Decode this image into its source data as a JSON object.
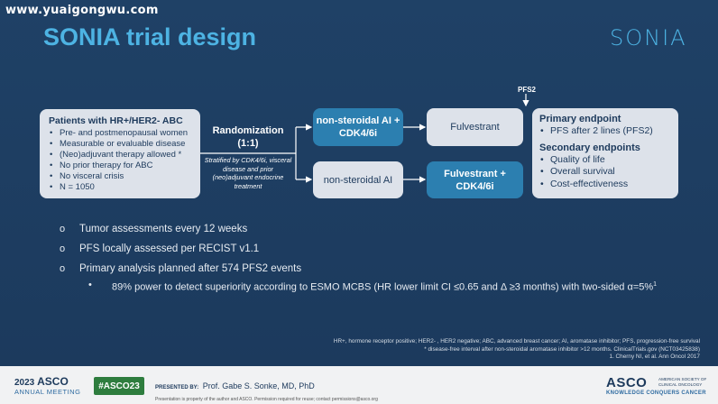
{
  "watermark": "www.yuaigongwu.com",
  "title": "SONIA trial design",
  "logo": "SONIA",
  "patients": {
    "title": "Patients with HR+/HER2- ABC",
    "items": [
      "Pre- and postmenopausal women",
      "Measurable or evaluable disease",
      "(Neo)adjuvant therapy allowed *",
      "No prior therapy for ABC",
      "No visceral crisis",
      "N = 1050"
    ]
  },
  "randomization": {
    "label": "Randomization",
    "ratio": "(1:1)",
    "stratified": "Stratified by CDK4/6i, visceral disease and prior (neo)adjuvant endocrine treatment"
  },
  "arm1": {
    "first": "non-steroidal AI + CDK4/6i",
    "second": "Fulvestrant"
  },
  "arm2": {
    "first": "non-steroidal AI",
    "second": "Fulvestrant + CDK4/6i"
  },
  "pfs2_label": "PFS2",
  "endpoints": {
    "primary_title": "Primary endpoint",
    "primary": [
      "PFS after 2 lines (PFS2)"
    ],
    "secondary_title": "Secondary endpoints",
    "secondary": [
      "Quality of life",
      "Overall survival",
      "Cost-effectiveness"
    ]
  },
  "bullets": {
    "marker": "o",
    "items": [
      "Tumor assessments every 12 weeks",
      "PFS locally assessed per RECIST v1.1",
      "Primary analysis planned after 574 PFS2 events"
    ],
    "sub_marker": "•",
    "sub": "89% power to detect superiority according to ESMO MCBS (HR lower limit CI ≤0.65 and Δ ≥3 months) with two-sided α=5%",
    "sub_sup": "1"
  },
  "footnotes": [
    "HR+, hormone receptor positive; HER2- , HER2 negative; ABC, advanced breast cancer; AI, aromatase inhibitor; PFS, progression-free survival",
    "* disease-free interval after non-steroidal aromatase inhibitor >12 months. ClinicalTrials.gov (NCT03425838)",
    "1. Cherny NI, et al. Ann Oncol 2017"
  ],
  "footer": {
    "year": "2023",
    "asco": "ASCO",
    "annual": "ANNUAL MEETING",
    "hashtag": "#ASCO23",
    "presented_label": "PRESENTED BY:",
    "presenter": "Prof. Gabe S. Sonke, MD, PhD",
    "property_note": "Presentation is property of the author and ASCO. Permission required for reuse; contact permissions@asco.org",
    "asco_right": "ASCO",
    "asco_society": "AMERICAN SOCIETY OF CLINICAL ONCOLOGY",
    "tagline": "KNOWLEDGE CONQUERS CANCER"
  },
  "colors": {
    "title": "#4db3e3",
    "teal_box": "#2c7fb0",
    "light_box": "#dde2ea",
    "background": "#1d3a5c",
    "hashtag": "#2e7d3e"
  }
}
